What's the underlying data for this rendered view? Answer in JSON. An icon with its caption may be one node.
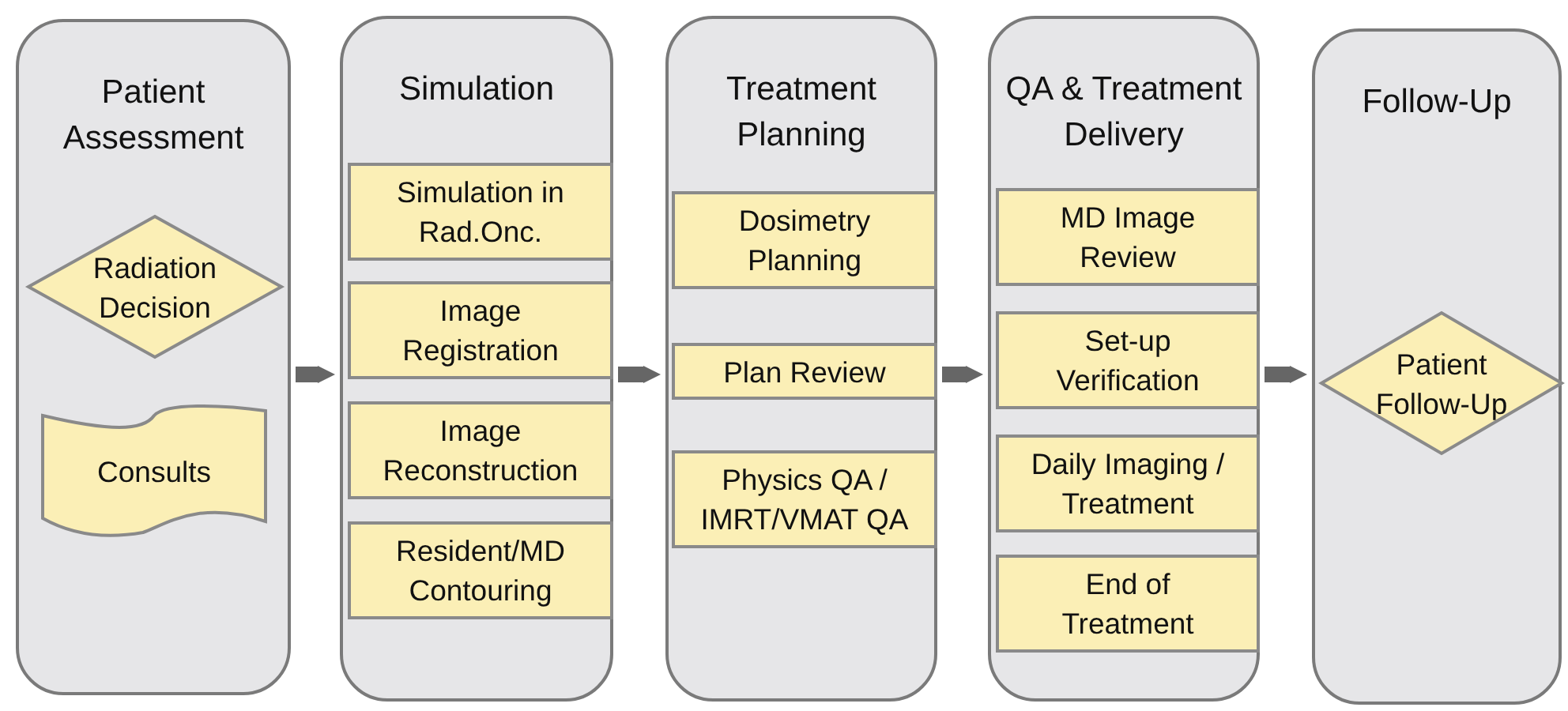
{
  "diagram": {
    "nodes": [
      {
        "text": [
          "Patient Assessment"
        ]
      },
      {
        "text": [
          "Radiation Decision"
        ],
        "in": 0
      },
      {
        "text": [
          "Consults"
        ],
        "in": 0
      },
      {
        "text": [
          "Simulation"
        ]
      },
      {
        "text": [
          "Simulation in Rad.Onc."
        ],
        "in": 3
      },
      {
        "text": [
          "Image Registration"
        ],
        "in": 3
      },
      {
        "text": [
          "Image Reconstruction"
        ],
        "in": 3
      },
      {
        "text": [
          "Resident/MD Contouring"
        ],
        "in": 3
      },
      {
        "text": [
          "Treatment Planning"
        ]
      },
      {
        "text": [
          "Dosimetry Planning"
        ],
        "in": 8
      },
      {
        "text": [
          "Plan Review"
        ],
        "in": 8
      },
      {
        "text": [
          "Physics QA / IMRT/VMAT QA"
        ],
        "in": 8
      },
      {
        "text": [
          "QA & Treatment Delivery"
        ]
      },
      {
        "text": [
          "MD Image Review"
        ],
        "in": 12
      },
      {
        "text": [
          "Set-up Verification"
        ],
        "in": 12
      },
      {
        "text": [
          "Daily Imaging / Treatment"
        ],
        "in": 12
      },
      {
        "text": [
          "End of Treatment"
        ],
        "in": 12
      },
      {
        "text": [
          "Follow-Up"
        ]
      },
      {
        "text": [
          "Patient Follow-Up"
        ],
        "in": 17
      }
    ],
    "edges": [
      {
        "from": 0,
        "to": 3,
        "arrow": "to"
      },
      {
        "from": 3,
        "to": 8,
        "arrow": "to"
      },
      {
        "from": 8,
        "to": 12,
        "arrow": "to"
      },
      {
        "from": 12,
        "to": 17,
        "arrow": "to"
      }
    ]
  }
}
